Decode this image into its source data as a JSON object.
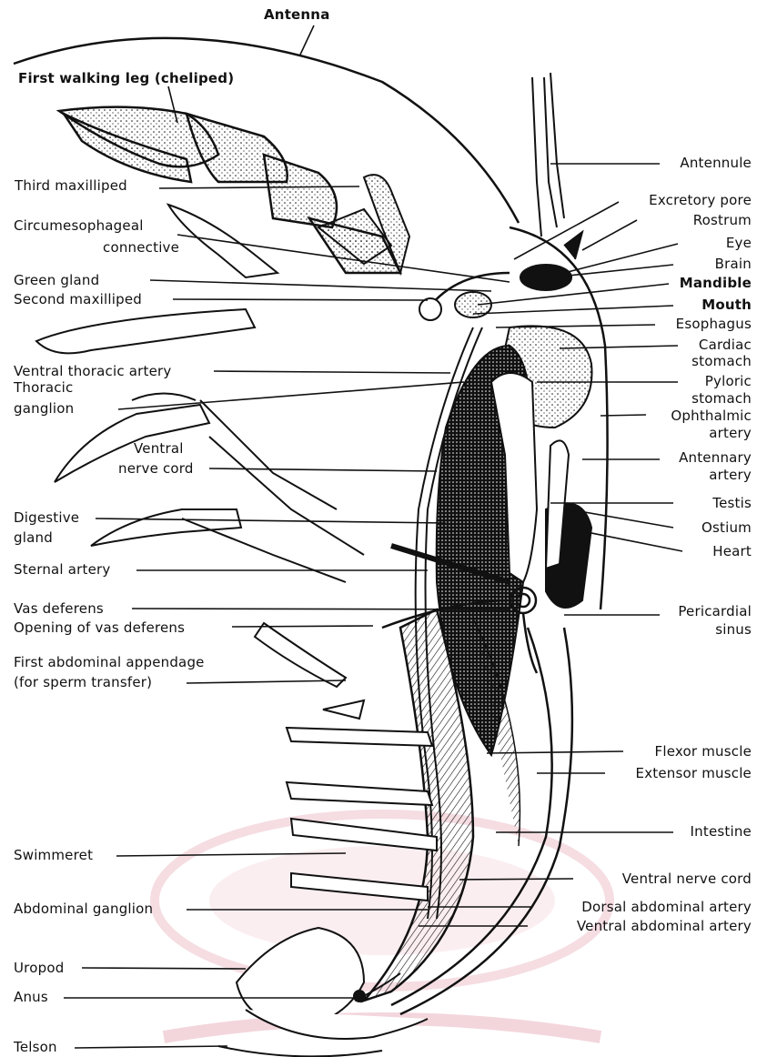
{
  "labels": {
    "antenna": "Antenna",
    "first_walking_leg": "First walking leg (cheliped)",
    "third_maxilliped": "Third maxilliped",
    "circumesophageal_1": "Circumesophageal",
    "circumesophageal_2": "connective",
    "green_gland": "Green gland",
    "second_maxilliped": "Second maxilliped",
    "ventral_thoracic_artery": "Ventral thoracic artery",
    "thoracic_ganglion_1": "Thoracic",
    "thoracic_ganglion_2": "ganglion",
    "ventral_nerve_cord_top_1": "Ventral",
    "ventral_nerve_cord_top_2": "nerve cord",
    "digestive_gland_1": "Digestive",
    "digestive_gland_2": "gland",
    "sternal_artery": "Sternal artery",
    "vas_deferens": "Vas deferens",
    "opening_vas_deferens": "Opening of vas deferens",
    "first_abdominal_appendage_1": "First abdominal appendage",
    "first_abdominal_appendage_2": "(for sperm transfer)",
    "swimmeret": "Swimmeret",
    "abdominal_ganglion": "Abdominal ganglion",
    "uropod": "Uropod",
    "anus": "Anus",
    "telson": "Telson",
    "antennule": "Antennule",
    "excretory_pore": "Excretory pore",
    "rostrum": "Rostrum",
    "eye": "Eye",
    "brain": "Brain",
    "mandible": "Mandible",
    "mouth": "Mouth",
    "esophagus": "Esophagus",
    "cardiac_stomach_1": "Cardiac",
    "cardiac_stomach_2": "stomach",
    "pyloric_stomach_1": "Pyloric",
    "pyloric_stomach_2": "stomach",
    "ophthalmic_artery_1": "Ophthalmic",
    "ophthalmic_artery_2": "artery",
    "antennary_artery_1": "Antennary",
    "antennary_artery_2": "artery",
    "testis": "Testis",
    "ostium": "Ostium",
    "heart": "Heart",
    "pericardial_sinus_1": "Pericardial",
    "pericardial_sinus_2": "sinus",
    "flexor_muscle": "Flexor muscle",
    "extensor_muscle": "Extensor muscle",
    "intestine": "Intestine",
    "ventral_nerve_cord_bottom": "Ventral  nerve cord",
    "dorsal_abdominal_artery": "Dorsal abdominal artery",
    "ventral_abdominal_artery": "Ventral abdominal artery"
  },
  "colors": {
    "ink": "#111111",
    "paper": "#ffffff",
    "watermark": "#f3d6dc"
  }
}
